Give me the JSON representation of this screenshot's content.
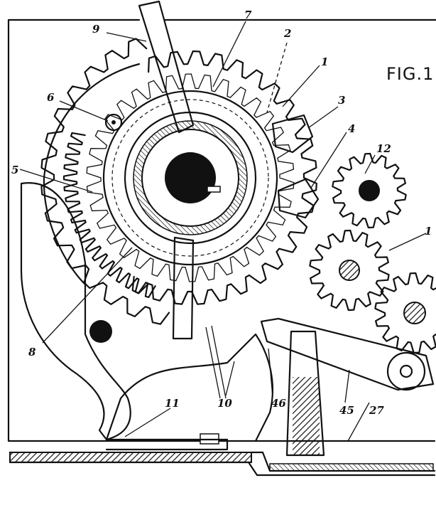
{
  "figure": {
    "title": "FIG.1",
    "labels": {
      "l1": "1",
      "l2": "2",
      "l3": "3",
      "l4": "4",
      "l5": "5",
      "l6": "6",
      "l7": "7",
      "l8": "8",
      "l9": "9",
      "l10": "10",
      "l11": "11",
      "l12": "12",
      "l1b": "1",
      "l45": "45",
      "l46": "46",
      "l27": "27"
    }
  }
}
